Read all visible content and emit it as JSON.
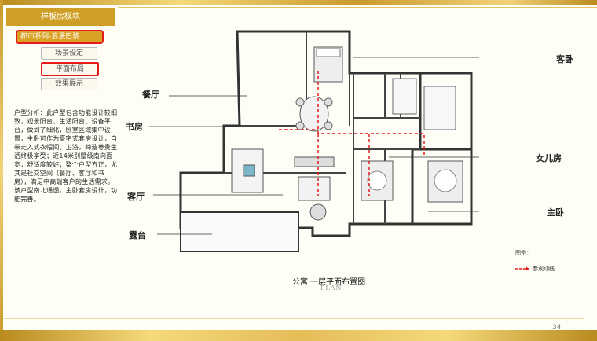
{
  "sidebar": {
    "title": "样板房模块",
    "items": [
      {
        "label": "都市系列-浪漫巴黎"
      },
      {
        "label": "场景设定"
      },
      {
        "label": "平面布局"
      },
      {
        "label": "效果展示"
      }
    ],
    "description": "户型分析：此户型包含功能设计较细致，观景阳台、生活阳台、设备平台，做到了细化，卧室区域集中设置，主卧可作为豪宅式套房设计，自带走入式衣帽间、卫浴，缔造尊贵生活终极享受；近14米别墅级南向面宽，舒适度较好；整个户型方正，尤其是社交空间（餐厅、客厅和书房），满足中高端客户的生活需求。该户型南北通透，主卧套房设计，功能完善。"
  },
  "rooms": {
    "dining": "餐厅",
    "study": "书房",
    "living": "客厅",
    "terrace": "露台",
    "guest": "客卧",
    "daughter": "女儿房",
    "master": "主卧"
  },
  "plan": {
    "title": "公寓 一层平面布置图",
    "subtitle": "PLAN"
  },
  "legend": {
    "title": "图例：",
    "route": "参观动线"
  },
  "page_number": "34",
  "colors": {
    "gold": "#cf9e25",
    "red": "#e51a1a"
  }
}
